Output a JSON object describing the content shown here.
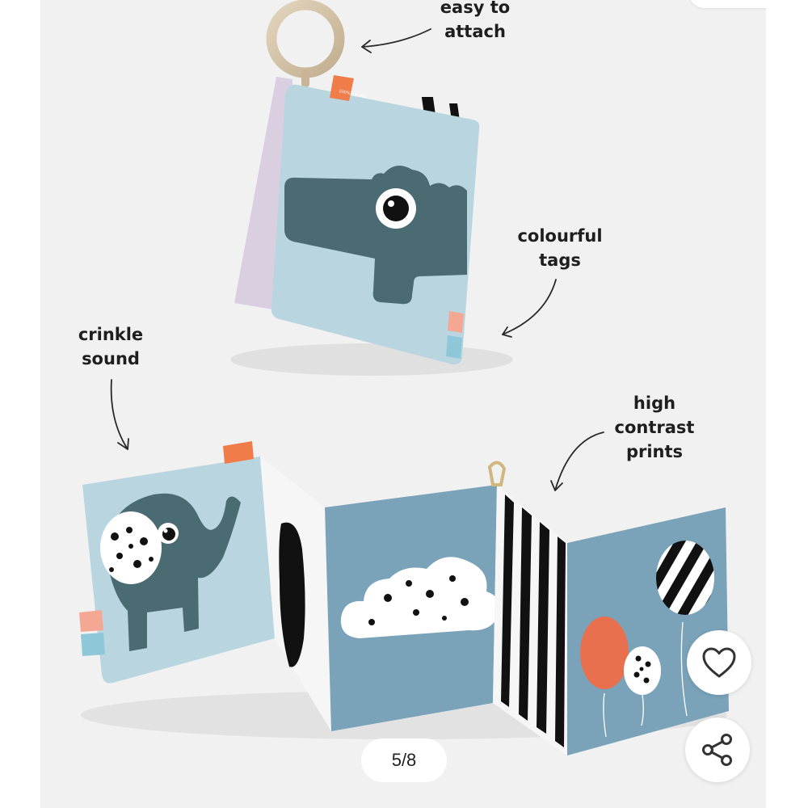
{
  "gallery": {
    "counter": "5/8",
    "current_index": 5,
    "total": 8
  },
  "callouts": {
    "attach": "easy to\nattach",
    "tags": "colourful\ntags",
    "crinkle": "crinkle\nsound",
    "contrast": "high\ncontrast\nprints"
  },
  "product_tags": {
    "label": "100% friendly"
  },
  "actions": {
    "favorite_icon": "heart-icon",
    "share_icon": "share-icon"
  },
  "colors": {
    "background": "#f1f1f1",
    "book_blue": "#b9d6e0",
    "panel_blue": "#7aa3b9",
    "dark_teal": "#4b6b73",
    "tag_pink": "#f4a894",
    "tag_blue": "#8ec8d8",
    "balloon_orange": "#e8704e"
  }
}
